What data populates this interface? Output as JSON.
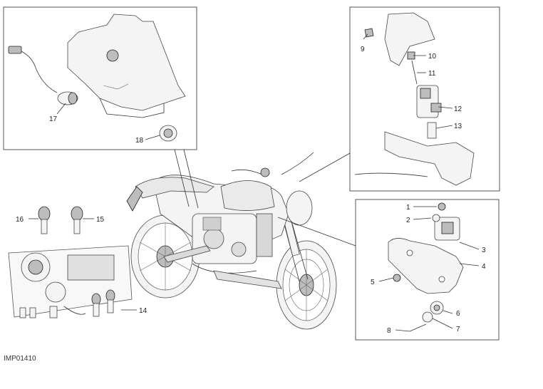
{
  "diagram": {
    "reference_code": "IMP01410",
    "callouts": [
      {
        "id": "c1",
        "label": "1"
      },
      {
        "id": "c2",
        "label": "2"
      },
      {
        "id": "c3",
        "label": "3"
      },
      {
        "id": "c4",
        "label": "4"
      },
      {
        "id": "c5",
        "label": "5"
      },
      {
        "id": "c6",
        "label": "6"
      },
      {
        "id": "c7",
        "label": "7"
      },
      {
        "id": "c8",
        "label": "8"
      },
      {
        "id": "c9",
        "label": "9"
      },
      {
        "id": "c10",
        "label": "10"
      },
      {
        "id": "c11",
        "label": "11"
      },
      {
        "id": "c12",
        "label": "12"
      },
      {
        "id": "c13",
        "label": "13"
      },
      {
        "id": "c14",
        "label": "14"
      },
      {
        "id": "c15",
        "label": "15"
      },
      {
        "id": "c16",
        "label": "16"
      },
      {
        "id": "c17",
        "label": "17"
      },
      {
        "id": "c18",
        "label": "18"
      }
    ]
  }
}
